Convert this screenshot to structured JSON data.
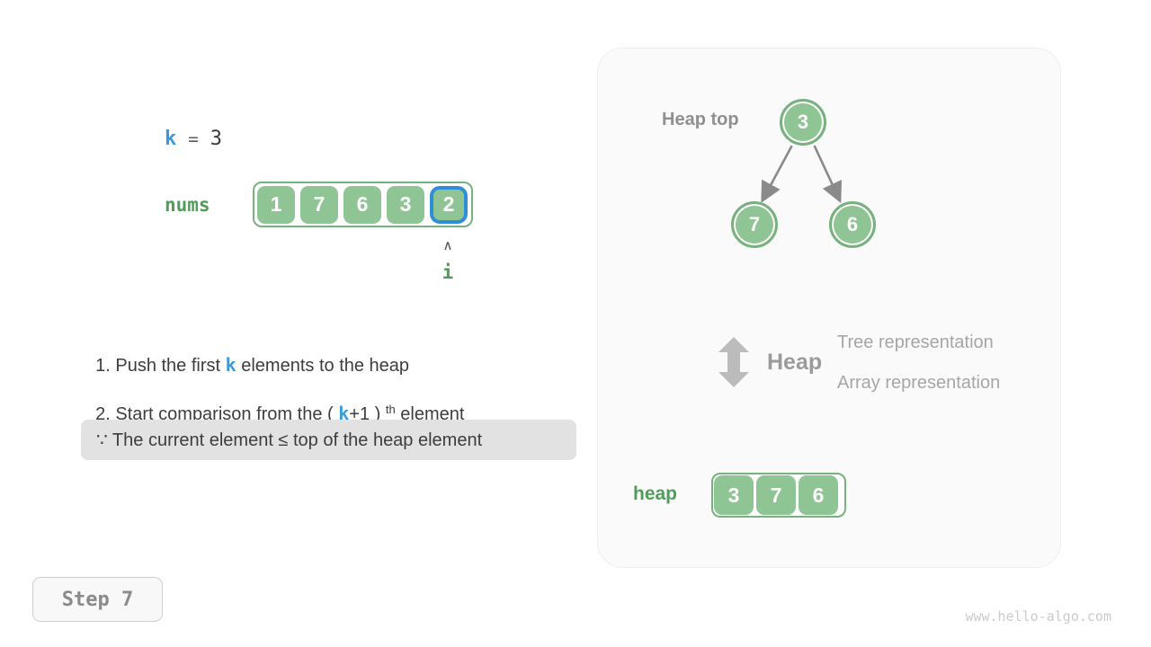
{
  "colors": {
    "green_fill": "#8fc495",
    "green_border": "#77b17e",
    "green_label": "#4f9e58",
    "accent_blue": "#3a9ad9",
    "selected_border_blue": "#2f8fd6",
    "dark_text": "#3d3d3d",
    "gray_label": "#8f8f8f",
    "gray_light": "#a6a6a6",
    "card_bg": "#fafafa",
    "note_bg": "#e2e2e2"
  },
  "left_panel": {
    "k_var": "k",
    "equals": "=",
    "k_value": "3",
    "nums_label": "nums",
    "nums": [
      "1",
      "7",
      "6",
      "3",
      "2"
    ],
    "selected_index_note": "last cell highlighted blue",
    "pointer": {
      "caret": "∧",
      "label": "i"
    },
    "step1": {
      "pre": "1. Push the first ",
      "k": "k",
      "post": " elements to the heap"
    },
    "step2": {
      "pre": "2. Start comparison from the ( ",
      "k": "k",
      "mid": "+1 ) ",
      "sup": "th",
      "post": " element"
    },
    "note": "∵ The current element ≤ top of the heap element"
  },
  "card": {
    "heap_top_label": "Heap top",
    "tree": {
      "root": "3",
      "left_child": "7",
      "right_child": "6"
    },
    "legend": {
      "heap_label": "Heap",
      "tree_repr": "Tree representation",
      "array_repr": "Array representation"
    },
    "heap_array_label": "heap",
    "heap_array": [
      "3",
      "7",
      "6"
    ]
  },
  "footer": {
    "step_label": "Step 7",
    "watermark": "www.hello-algo.com"
  }
}
